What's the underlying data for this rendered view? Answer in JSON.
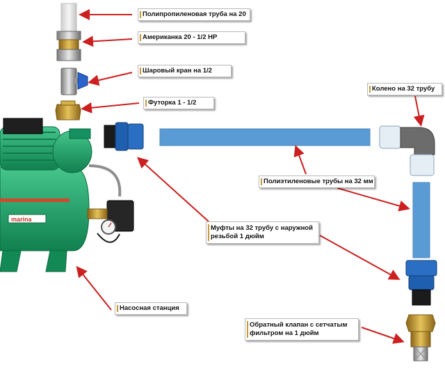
{
  "labels": {
    "pp_pipe": "Полипропиленовая труба на 20",
    "american": "Американка 20 - 1/2 НР",
    "ball_valve": "Шаровый кран на 1/2",
    "futorka": "Футорка 1 - 1/2",
    "elbow": "Колено на 32 трубу",
    "pe_pipes": "Полиэтиленовые трубы на 32 мм",
    "couplings": "Муфты на 32 трубу с наружной резьбой 1 дюйм",
    "pump_station": "Насосная станция",
    "check_valve": "Обратный клапан с сетчатым фильтром на 1 дюйм"
  },
  "pump_brand": "marina",
  "colors": {
    "arrow": "#cc1f1f",
    "pipe_blue": "#5b9bd5",
    "pump_green": "#1fa66f",
    "coupling_blue": "#1f5fb0",
    "brass": "#c49a2c"
  }
}
